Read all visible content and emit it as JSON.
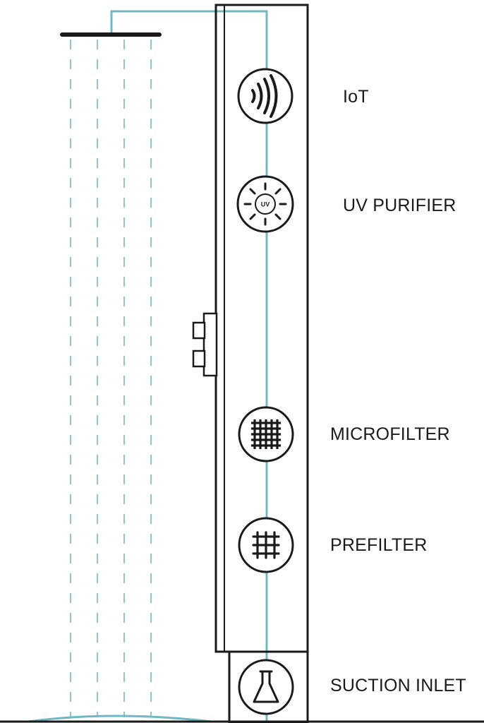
{
  "colors": {
    "outline": "#1a1a1a",
    "water": "#6fb8c4"
  },
  "stages": [
    {
      "label": "IoT",
      "icon": "wireless-signal-icon"
    },
    {
      "label": "UV PURIFIER",
      "icon": "uv-sun-icon",
      "icon_text": "UV"
    },
    {
      "label": "MICROFILTER",
      "icon": "fine-mesh-icon"
    },
    {
      "label": "PREFILTER",
      "icon": "coarse-grid-icon"
    },
    {
      "label": "SUCTION INLET",
      "icon": "funnel-icon"
    }
  ]
}
